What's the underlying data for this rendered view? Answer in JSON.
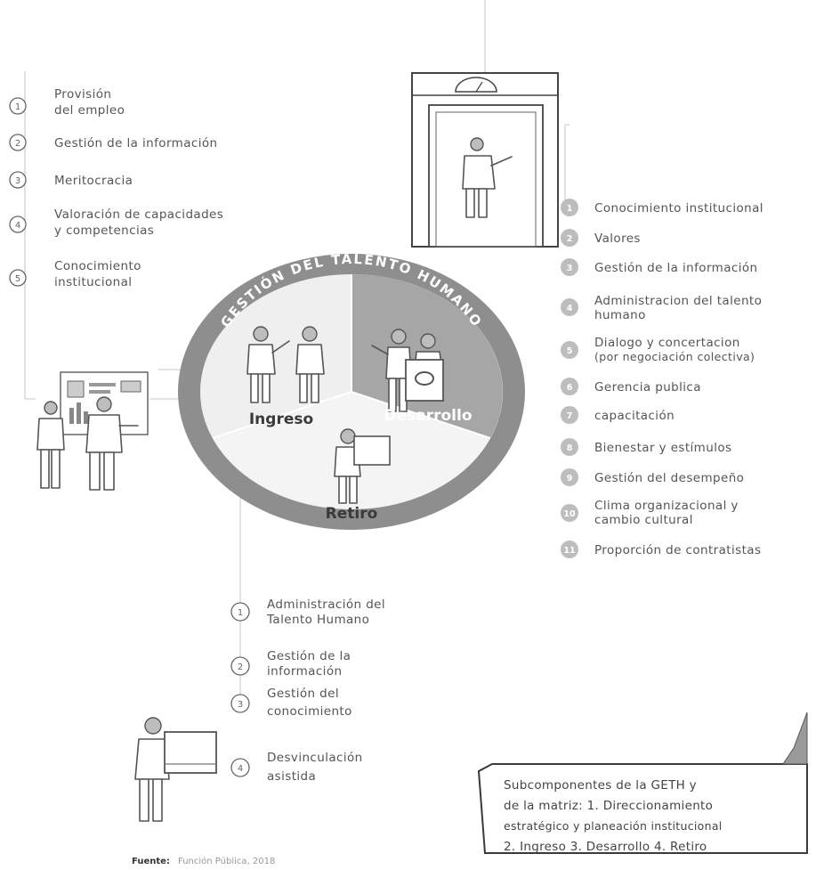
{
  "wheel": {
    "ring_title": "GESTIÓN DEL TALENTO HUMANO",
    "segments": {
      "ingreso": "Ingreso",
      "desarrollo": "Desarrollo",
      "retiro": "Retiro"
    }
  },
  "ingreso_list": {
    "items": [
      {
        "num": "1",
        "line1": "Provisión",
        "line2": "del empleo"
      },
      {
        "num": "2",
        "line1": "Gestión de la información",
        "line2": ""
      },
      {
        "num": "3",
        "line1": "Meritocracia",
        "line2": ""
      },
      {
        "num": "4",
        "line1": "Valoración de capacidades",
        "line2": "y competencias"
      },
      {
        "num": "5",
        "line1": "Conocimiento",
        "line2": "institucional"
      }
    ]
  },
  "desarrollo_list": {
    "items": [
      {
        "num": "1",
        "line1": "Conocimiento institucional",
        "line2": ""
      },
      {
        "num": "2",
        "line1": "Valores",
        "line2": ""
      },
      {
        "num": "3",
        "line1": "Gestión de la información",
        "line2": ""
      },
      {
        "num": "4",
        "line1": "Administracion del talento",
        "line2": "humano"
      },
      {
        "num": "5",
        "line1": "Dialogo y concertacion",
        "line2": "(por negociación colectiva)"
      },
      {
        "num": "6",
        "line1": "Gerencia publica",
        "line2": ""
      },
      {
        "num": "7",
        "line1": "capacitación",
        "line2": ""
      },
      {
        "num": "8",
        "line1": "Bienestar y estímulos",
        "line2": ""
      },
      {
        "num": "9",
        "line1": "Gestión del desempeño",
        "line2": ""
      },
      {
        "num": "10",
        "line1": "Clima organizacional y",
        "line2": "cambio cultural"
      },
      {
        "num": "11",
        "line1": "Proporción de contratistas",
        "line2": ""
      }
    ]
  },
  "retiro_list": {
    "items": [
      {
        "num": "1",
        "line1": "Administración del",
        "line2": "Talento Humano"
      },
      {
        "num": "2",
        "line1": "Gestión de la",
        "line2": "información"
      },
      {
        "num": "3",
        "line1": "Gestión del",
        "line2": "conocimiento"
      },
      {
        "num": "4",
        "line1": "Desvinculación",
        "line2": "asistida"
      }
    ]
  },
  "note": {
    "lines": [
      "Subcomponentes de la GETH y",
      "de la matriz: 1. Direccionamiento",
      "estratégico y planeación institucional",
      "2. Ingreso 3. Desarrollo 4. Retiro"
    ]
  },
  "source": {
    "label": "Fuente:",
    "text": "Función Pública, 2018"
  },
  "colors": {
    "ring": "#8e8e8e",
    "desarrollo": "#a6a6a6",
    "ingreso": "#efefef",
    "retiro": "#f4f4f4",
    "badge": "#bdbdbd"
  }
}
